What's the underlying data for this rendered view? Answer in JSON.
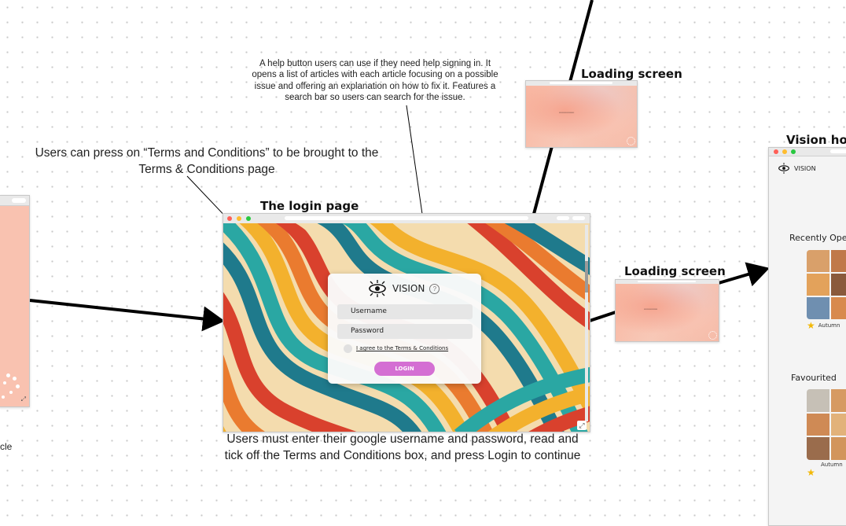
{
  "notes": {
    "help_button": "A help button users can use if they need help signing in. It opens a list of articles with each article focusing on a possible issue and offering an explanation on how to fix it. Features a search bar so users can search for the issue.",
    "terms_link": "Users can press on “Terms and Conditions”  to be brought to the Terms & Conditions page",
    "login_instructions": "Users must enter their google username and password, read and tick off the Terms and Conditions box, and press Login to continue",
    "left_fragment": "cle"
  },
  "titles": {
    "login_page": "The login page",
    "loading_top": "Loading screen",
    "loading_right": "Loading screen",
    "vision_home": "Vision hor"
  },
  "login": {
    "brand": "VISION",
    "help_symbol": "?",
    "username_placeholder": "Username",
    "password_placeholder": "Password",
    "terms_label": "I agree to the Terms & Conditions",
    "login_button": "LOGIN"
  },
  "home": {
    "brand": "VISION",
    "recently_opened": "Recently Ope",
    "favourited": "Favourited",
    "album_1": "Autumn",
    "album_2": "Autumn"
  },
  "colors": {
    "login_button": "#d46fd3",
    "star": "#f2b807",
    "loading_peach": "#f8b6a1"
  }
}
